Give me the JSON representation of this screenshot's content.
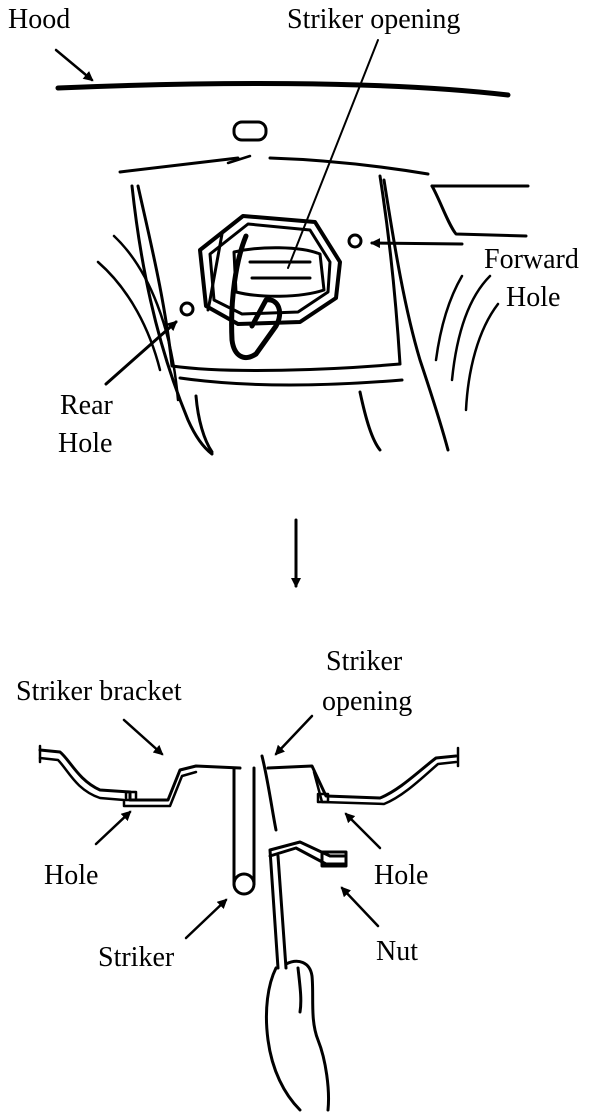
{
  "top": {
    "hood": "Hood",
    "striker_opening": "Striker opening",
    "forward_hole_1": "Forward",
    "forward_hole_2": "Hole",
    "rear_hole_1": "Rear",
    "rear_hole_2": "Hole"
  },
  "bottom": {
    "striker_bracket": "Striker bracket",
    "striker_opening_1": "Striker",
    "striker_opening_2": "opening",
    "hole_left": "Hole",
    "hole_right": "Hole",
    "striker": "Striker",
    "nut": "Nut"
  }
}
